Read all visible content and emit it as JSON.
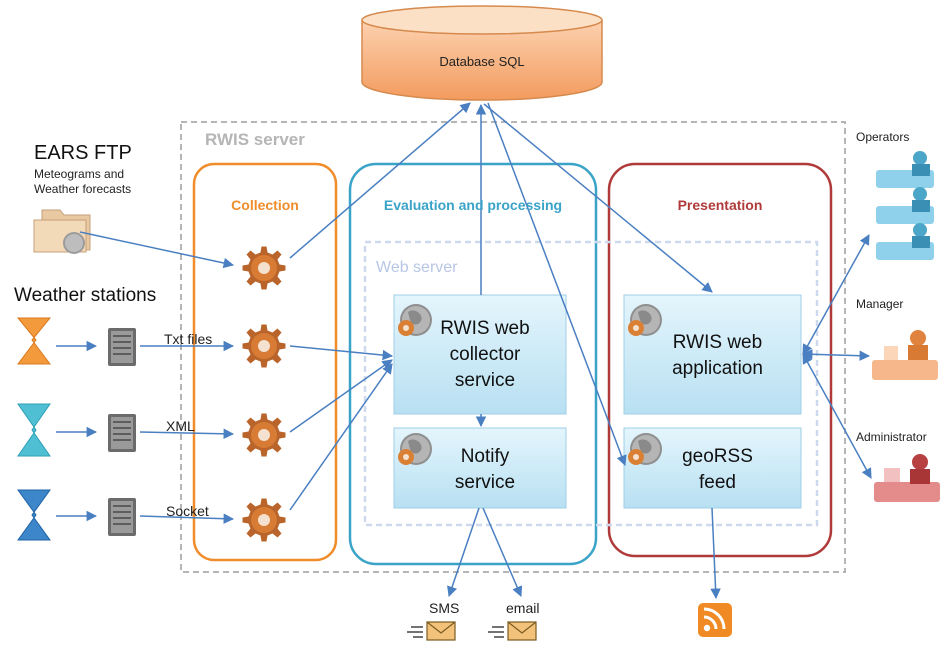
{
  "database": {
    "label": "Database SQL"
  },
  "server": {
    "label": "RWIS server"
  },
  "web_server": {
    "label": "Web server"
  },
  "ears": {
    "title": "EARS FTP",
    "subtitle_line1": "Meteograms and",
    "subtitle_line2": "Weather forecasts"
  },
  "weather_stations": {
    "label": "Weather stations"
  },
  "inputs": {
    "txt": "Txt files",
    "xml": "XML",
    "socket": "Socket"
  },
  "columns": {
    "collection": "Collection",
    "evaluation": "Evaluation and processing",
    "presentation": "Presentation"
  },
  "services": {
    "collector": {
      "line1": "RWIS web",
      "line2": "collector",
      "line3": "service"
    },
    "notify": {
      "line1": "Notify",
      "line2": "service"
    },
    "webapp": {
      "line1": "RWIS web",
      "line2": "application"
    },
    "georss": {
      "line1": "geoRSS",
      "line2": "feed"
    }
  },
  "outputs": {
    "sms": "SMS",
    "email": "email"
  },
  "users": {
    "operators": "Operators",
    "manager": "Manager",
    "administrator": "Administrator"
  },
  "colors": {
    "collection": "#f08c2a",
    "evaluation": "#3aa3c8",
    "presentation": "#b03a3a",
    "arrow": "#4a7fc1",
    "service_fill": "#cdeaf7",
    "db_fill": "#f9b98a",
    "dashed": "#b0b0b0"
  }
}
